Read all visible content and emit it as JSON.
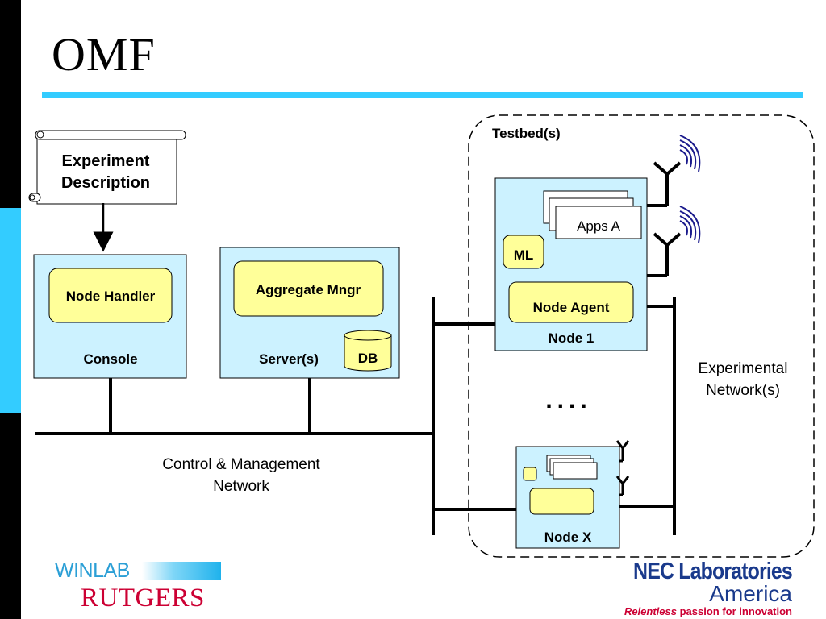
{
  "slide": {
    "title": "OMF"
  },
  "diagram": {
    "experiment_description": [
      "Experiment",
      "Description"
    ],
    "console": {
      "inner": "Node Handler",
      "label": "Console"
    },
    "server": {
      "inner": "Aggregate Mngr",
      "label": "Server(s)",
      "db": "DB"
    },
    "testbed_label": "Testbed(s)",
    "node1": {
      "apps": "Apps A",
      "ml": "ML",
      "agent": "Node Agent",
      "label": "Node 1"
    },
    "ellipsis": "....",
    "nodeX": {
      "label": "Node X"
    },
    "control_network": [
      "Control & Management",
      "Network"
    ],
    "experimental_network": [
      "Experimental",
      "Network(s)"
    ]
  },
  "logos": {
    "winlab": "WINLAB",
    "rutgers": "RUTGERS",
    "nec_line1": "NEC Laboratories",
    "nec_line2": "America",
    "nec_tagline_italic": "Relentless",
    "nec_tagline_rest": " passion for innovation"
  },
  "colors": {
    "accent": "#33ccff",
    "box_fill": "#ccf2ff",
    "inner_fill": "#ffff99"
  }
}
